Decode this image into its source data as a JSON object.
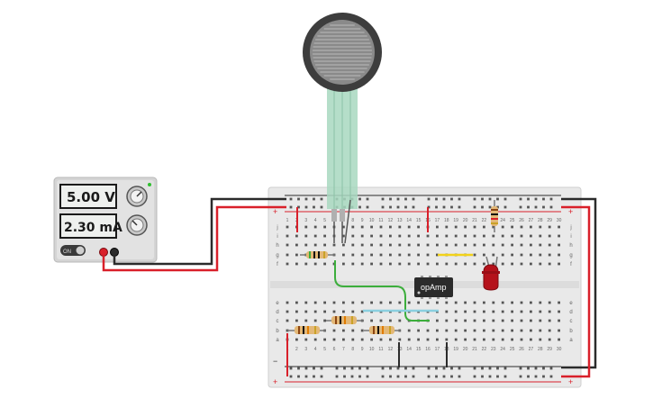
{
  "power_supply": {
    "voltage_display": "5.00 V",
    "current_display": "2.30 mA",
    "power_button_label": "ON"
  },
  "breadboard": {
    "top_row_letters": [
      "j",
      "i",
      "h",
      "g",
      "f"
    ],
    "bottom_row_letters": [
      "e",
      "d",
      "c",
      "b",
      "a"
    ],
    "column_numbers": [
      "1",
      "2",
      "3",
      "4",
      "5",
      "6",
      "7",
      "8",
      "9",
      "10",
      "11",
      "12",
      "13",
      "14",
      "15",
      "16",
      "17",
      "18",
      "19",
      "20",
      "21",
      "22",
      "23",
      "24",
      "25",
      "26",
      "27",
      "28",
      "29",
      "30"
    ],
    "rail_plus": "+",
    "rail_minus": "−"
  },
  "ic_label": "opAmp",
  "colors": {
    "wire_red": "#d9202a",
    "wire_black": "#2b2b2b",
    "wire_green": "#3cae3c",
    "wire_yellow": "#f2d21b",
    "wire_cyan": "#8ad0e0",
    "led": "#b5121b",
    "fsr_body": "#3d3d3d",
    "fsr_tail": "#a8d8c0",
    "board": "#e9e9e9"
  }
}
